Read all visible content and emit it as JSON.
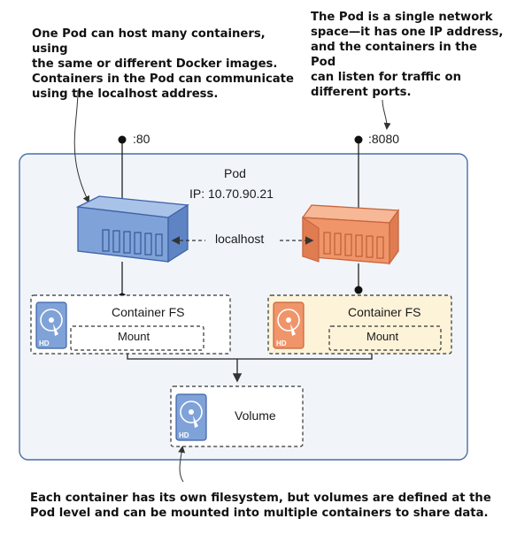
{
  "annotations": {
    "top_left": "One Pod can host many containers, using the same or different Docker images. Containers in the Pod can communicate using the localhost address.",
    "top_left_lines": [
      "One Pod can host many containers, using",
      "the same or different Docker images.",
      "Containers in the Pod can communicate",
      "using the localhost address."
    ],
    "top_right_lines": [
      "The Pod is a single network",
      "space—it has one IP address,",
      "and the containers in the Pod",
      "can listen for traffic on",
      "different ports."
    ],
    "bottom_lines": [
      "Each container has its own filesystem, but volumes are defined at the",
      "Pod level and can be mounted into multiple containers to share data."
    ]
  },
  "pod": {
    "title": "Pod",
    "ip": "IP: 10.70.90.21"
  },
  "ports": {
    "left": ":80",
    "right": ":8080"
  },
  "link_label": "localhost",
  "container_left": {
    "fs_label": "Container FS",
    "mount_label": "Mount",
    "disk_badge": "HD"
  },
  "container_right": {
    "fs_label": "Container FS",
    "mount_label": "Mount",
    "disk_badge": "HD"
  },
  "volume": {
    "label": "Volume",
    "disk_badge": "HD"
  },
  "colors": {
    "blue_fill": "#7fa2d8",
    "blue_dark": "#3f62a8",
    "orange_fill": "#f0956a",
    "orange_dark": "#c8643b",
    "pod_border": "#4a6fa5",
    "pod_fill": "#f1f5fa",
    "orange_box": "#fdf3d8"
  }
}
